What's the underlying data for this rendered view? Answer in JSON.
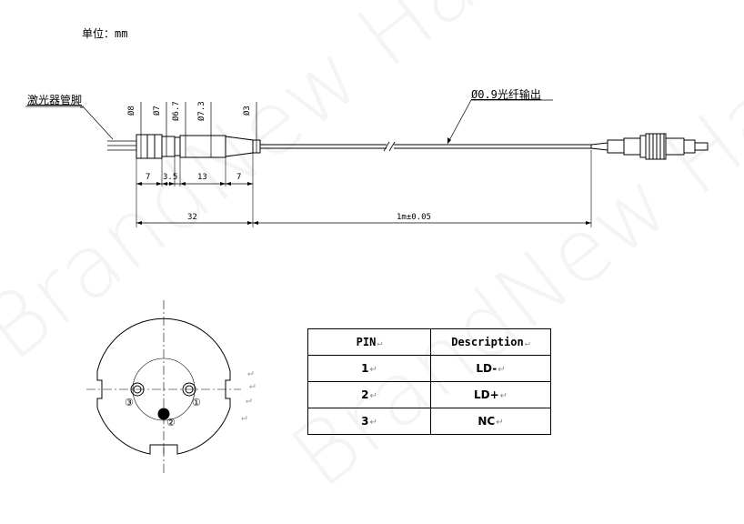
{
  "unit_label": "单位：mm",
  "watermark": "BrandNew Hangzhou",
  "labels": {
    "laser_pins": "激光器管脚",
    "fiber_output": "Ø0.9光纤输出",
    "dia_8": "Ø8",
    "dia_7": "Ø7",
    "dia_6_7": "Ø6.7",
    "dia_7_3": "Ø7.3",
    "dia_3": "Ø3",
    "len_7a": "7",
    "len_3_5": "3.5",
    "len_13": "13",
    "len_7b": "7",
    "len_32": "32",
    "len_1m": "1m±0.05",
    "pin_circle_1": "①",
    "pin_circle_2": "②",
    "pin_circle_3": "③"
  },
  "return_mark": "↵",
  "table": {
    "headers": [
      "PIN",
      "Description"
    ],
    "rows": [
      [
        "1",
        "LD-"
      ],
      [
        "2",
        "LD+"
      ],
      [
        "3",
        "NC"
      ]
    ]
  }
}
